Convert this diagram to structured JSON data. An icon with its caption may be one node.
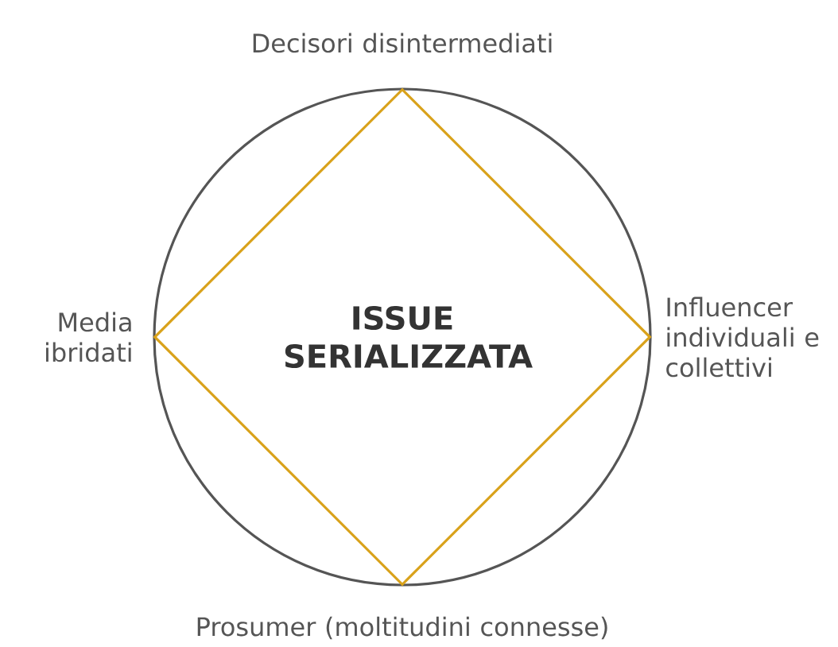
{
  "diagram": {
    "nodes": [
      {
        "text": [
          "ISSUE SERIALIZZATA"
        ]
      }
    ],
    "labels": [
      "Decisori disintermediati",
      "Media ibridati",
      "Influencer individuali e collettivi",
      "Prosumer (moltitudini connesse)"
    ]
  }
}
